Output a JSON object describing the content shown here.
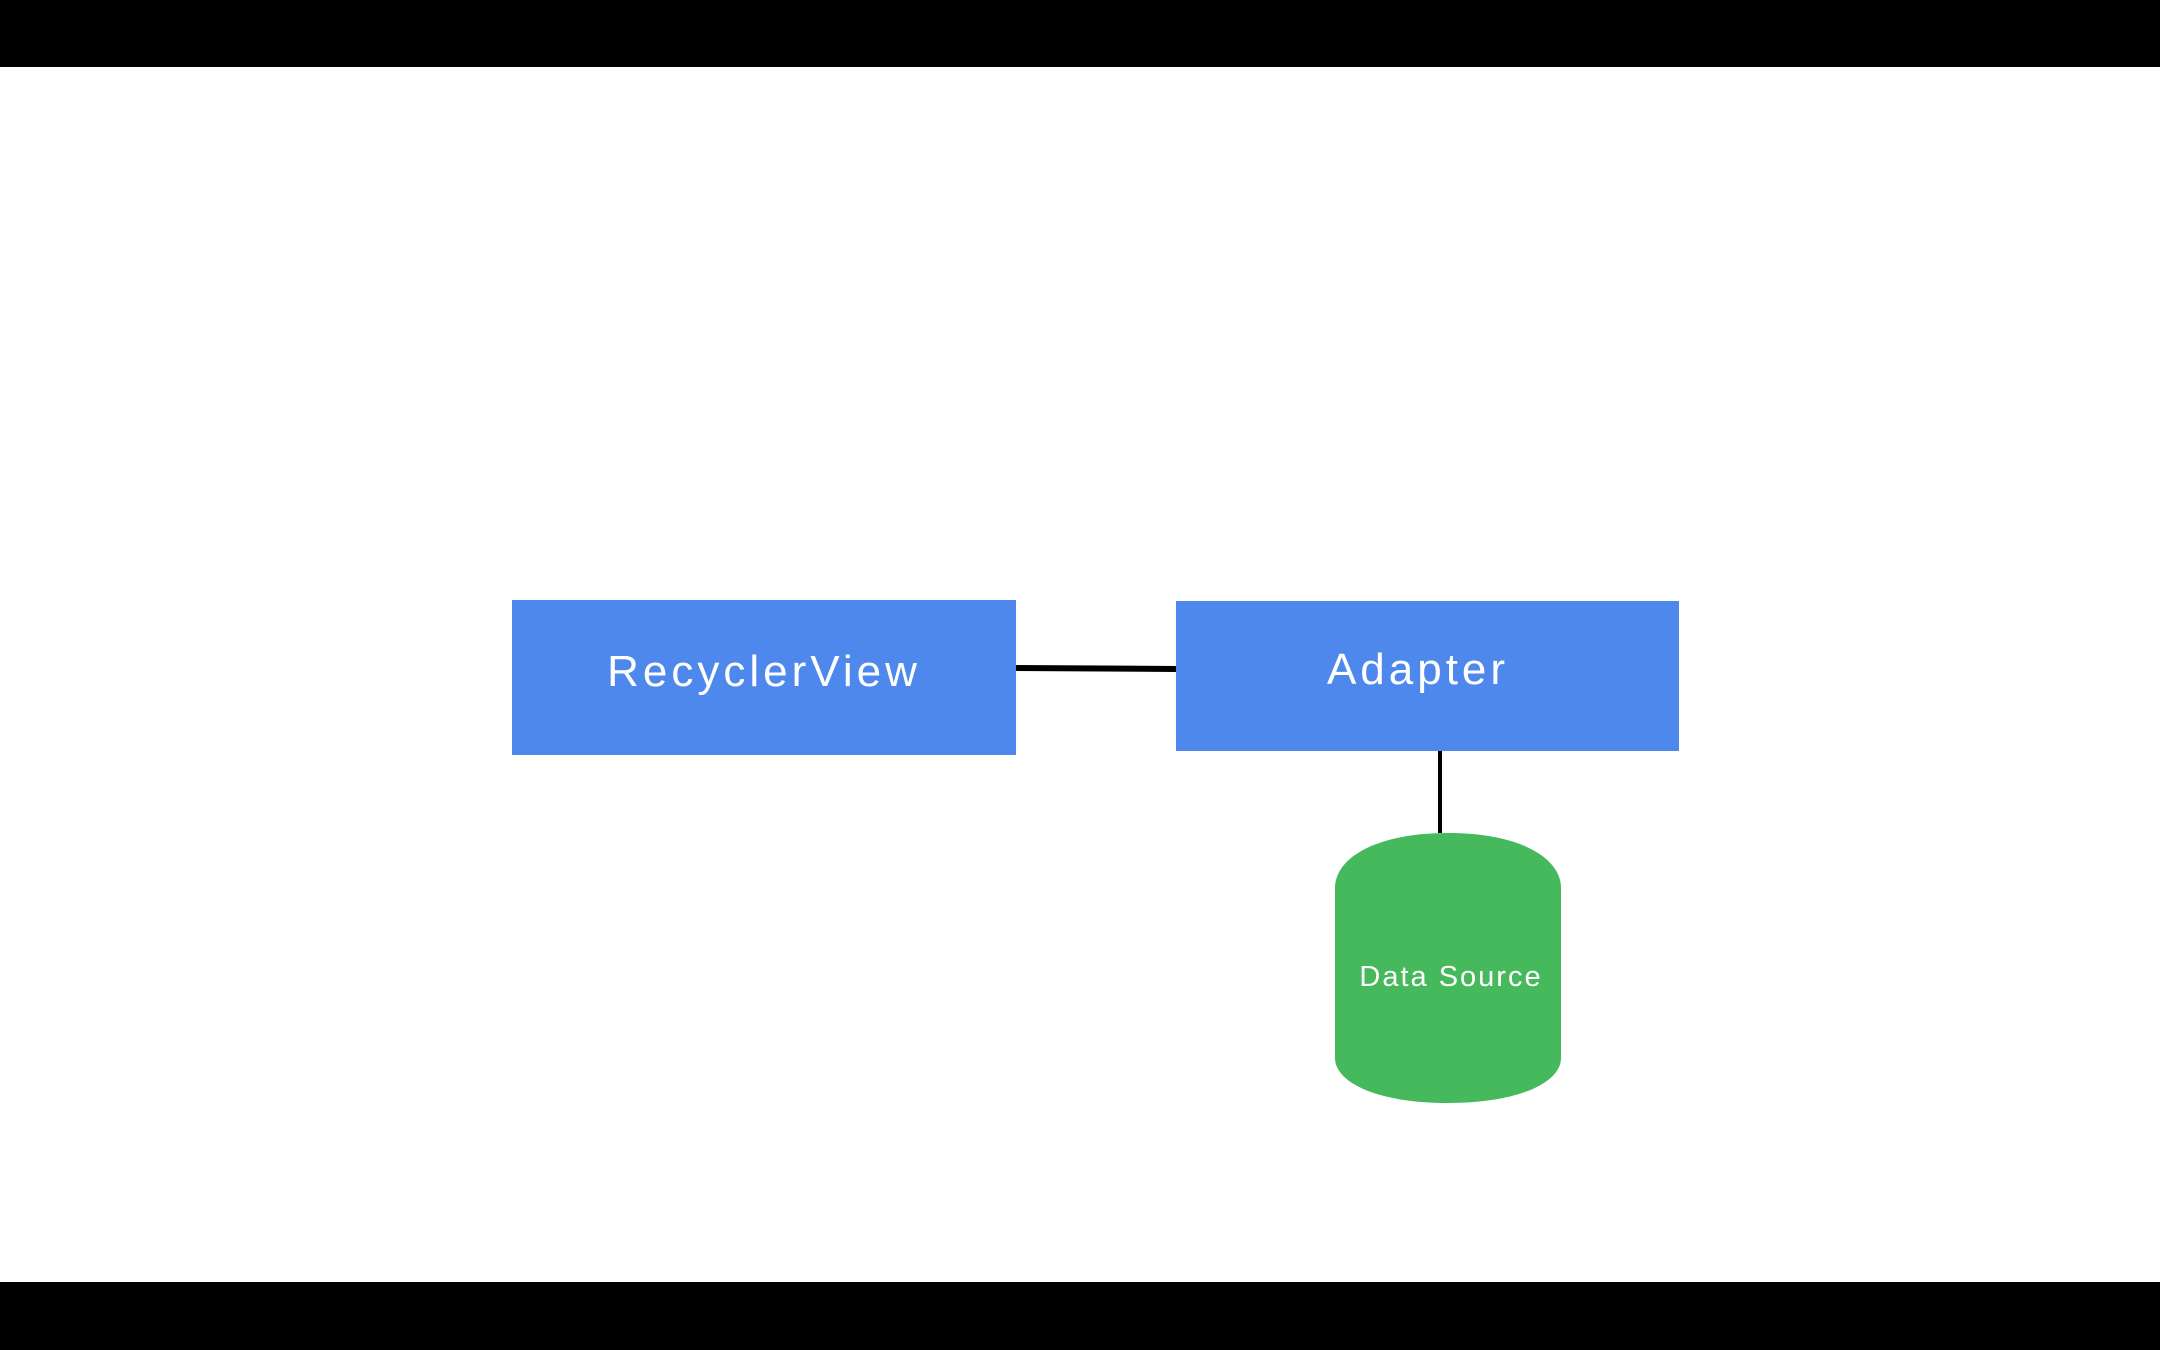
{
  "diagram": {
    "nodes": {
      "recyclerview": {
        "label": "RecyclerView",
        "shape": "rectangle",
        "color": "#4F88EC"
      },
      "adapter": {
        "label": "Adapter",
        "shape": "rectangle",
        "color": "#4F88EC"
      },
      "data_source": {
        "label": "Data Source",
        "shape": "cylinder",
        "color": "#45B95C"
      }
    },
    "edges": [
      {
        "from": "RecyclerView",
        "to": "Adapter"
      },
      {
        "from": "Adapter",
        "to": "Data Source"
      }
    ],
    "edge_color": "#000000",
    "background": "#FFFFFF",
    "letterbox_color": "#000000"
  }
}
